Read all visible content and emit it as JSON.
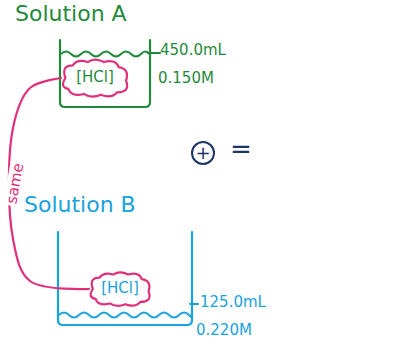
{
  "diagram": {
    "nodes": [
      {
        "text": [
          "Solution A"
        ]
      },
      {
        "text": [
          "[HCl]"
        ],
        "in": 0
      },
      {
        "text": [
          "Solution B"
        ]
      },
      {
        "text": [
          "[HCl]"
        ],
        "in": 2
      }
    ],
    "edges": [
      {
        "from": 1,
        "to": 3,
        "arrow": "none",
        "label": "same"
      }
    ],
    "labels": [
      "450.0mL",
      "0.150M",
      "+",
      "=",
      "125.0mL",
      "0.220M"
    ]
  }
}
